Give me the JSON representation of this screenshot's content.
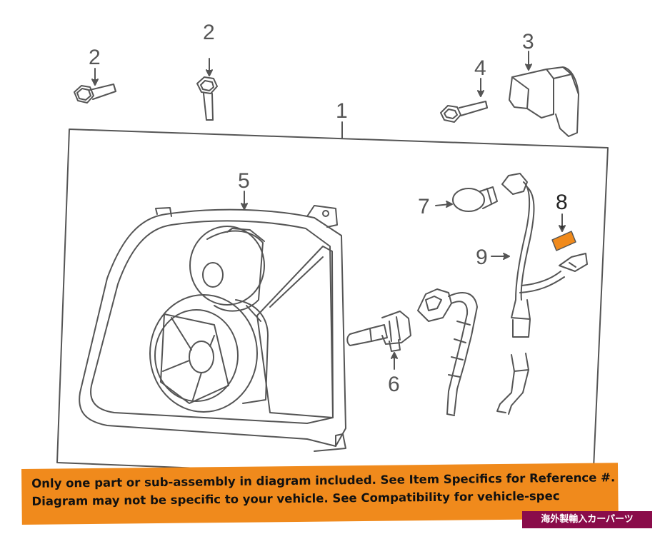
{
  "diagram": {
    "callouts": {
      "c1": "1",
      "c2a": "2",
      "c2b": "2",
      "c3": "3",
      "c4": "4",
      "c5": "5",
      "c6": "6",
      "c7": "7",
      "c8": "8",
      "c9": "9"
    },
    "colors": {
      "line": "#555555",
      "highlight": "#f08a1c"
    }
  },
  "banner": {
    "line1": "Only one part or sub-assembly in diagram included. See Item Specifics for Reference #.",
    "line2": "Diagram may not be specific to your vehicle. See Compatibility for vehicle-spec",
    "color": "#f08a1c"
  },
  "watermark": {
    "text": "海外製輸入カーパーツ",
    "color": "#8a0c4a"
  }
}
